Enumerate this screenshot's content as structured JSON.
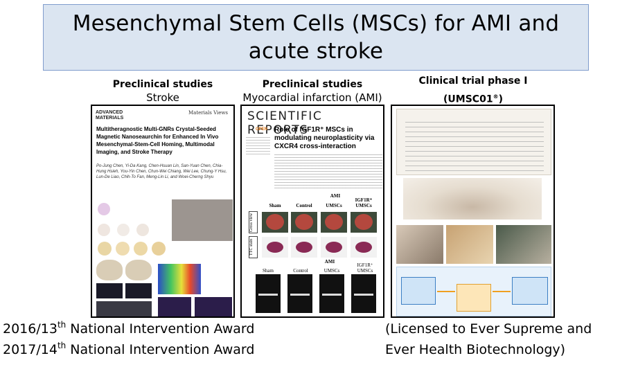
{
  "title": {
    "line1": "Mesenchymal Stem Cells (MSCs) for AMI and",
    "line2": "acute stroke"
  },
  "columns": [
    {
      "heading": "Preclinical studies",
      "subheading": "Stroke"
    },
    {
      "heading": "Preclinical studies",
      "subheading": "Myocardial infarction (AMI)"
    },
    {
      "heading": "Clinical trial phase I",
      "subheading_prefix": "(UMSC01",
      "subheading_mark": "®",
      "subheading_suffix": ")"
    }
  ],
  "paper1": {
    "journal_logo_line1": "ADVANCED",
    "journal_logo_line2": "MATERIALS",
    "corner_logo": "Materials Views",
    "title": "Multitheragnostic Multi-GNRs Crystal-Seeded Magnetic Nanoseaurchin for Enhanced In Vivo Mesenchymal-Stem-Cell Homing, Multimodal Imaging, and Stroke Therapy",
    "authors": "Po-Jung Chen, Yi-Da Kang, Chen-Hsuan Lin, San-Yuan Chen, Chia-Hung Hsieh, You-Yin Chen, Chun-Wei Chiang, Wei Lee, Chung-Y Hsu, Lun-De Liao, Chih-To Fan, Meng-Lin Li, and Woei-Cherng Shyu"
  },
  "paper2": {
    "journal": "SCIENTIFIC REPORTS",
    "open_label": "OPEN",
    "title": "Role of IGF1R⁺ MSCs in modulating neuroplasticity via CXCR4 cross-interaction",
    "group_label_top": "AMI",
    "column_labels": [
      "Sham",
      "Control",
      "UMSCs",
      "IGF1R⁺ UMSCs"
    ],
    "row_labels": [
      "Gross view",
      "TTC stain"
    ],
    "group_label_bottom": "AMI",
    "echo_labels": [
      "Sham",
      "Control",
      "UMSCs",
      "IGF1R⁺ UMSCs"
    ]
  },
  "awards_left": [
    {
      "prefix": "2016/13",
      "sup": "th",
      "suffix": " National Intervention Award"
    },
    {
      "prefix": "2017/14",
      "sup": "th",
      "suffix": " National Intervention Award"
    }
  ],
  "awards_right": [
    "(Licensed to Ever Supreme and",
    "Ever Health Biotechnology)"
  ],
  "colors": {
    "title_bg": "#dbe5f1",
    "title_border": "#7f9ccc",
    "panel_border": "#000000"
  }
}
